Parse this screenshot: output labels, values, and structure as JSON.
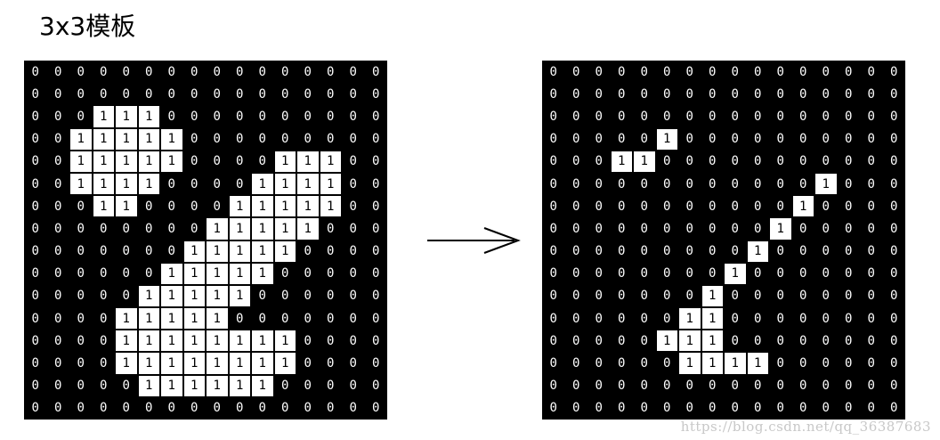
{
  "title": "3x3模板",
  "watermark": "https://blog.csdn.net/qq_36387683",
  "colors": {
    "background": "#000000",
    "foreground": "#ffffff"
  },
  "left_grid": [
    "0000000000000000",
    "0000000000000000",
    "0001110000000000",
    "0011111000000000",
    "0011111000011100",
    "0011110000111100",
    "0001100001111100",
    "0000000011111000",
    "0000000111110000",
    "0000001111100000",
    "0000011111000000",
    "0000111110000000",
    "0000111111110000",
    "0000111111110000",
    "0000011111100000",
    "0000000000000000"
  ],
  "right_grid": [
    "0000000000000000",
    "0000000000000000",
    "0000000000000000",
    "0000010000000000",
    "0001100000000000",
    "0000000000001000",
    "0000000000010000",
    "0000000000100000",
    "0000000001000000",
    "0000000010000000",
    "0000000100000000",
    "0000001100000000",
    "0000011100000000",
    "0000001111000000",
    "0000000000000000",
    "0000000000000000"
  ]
}
